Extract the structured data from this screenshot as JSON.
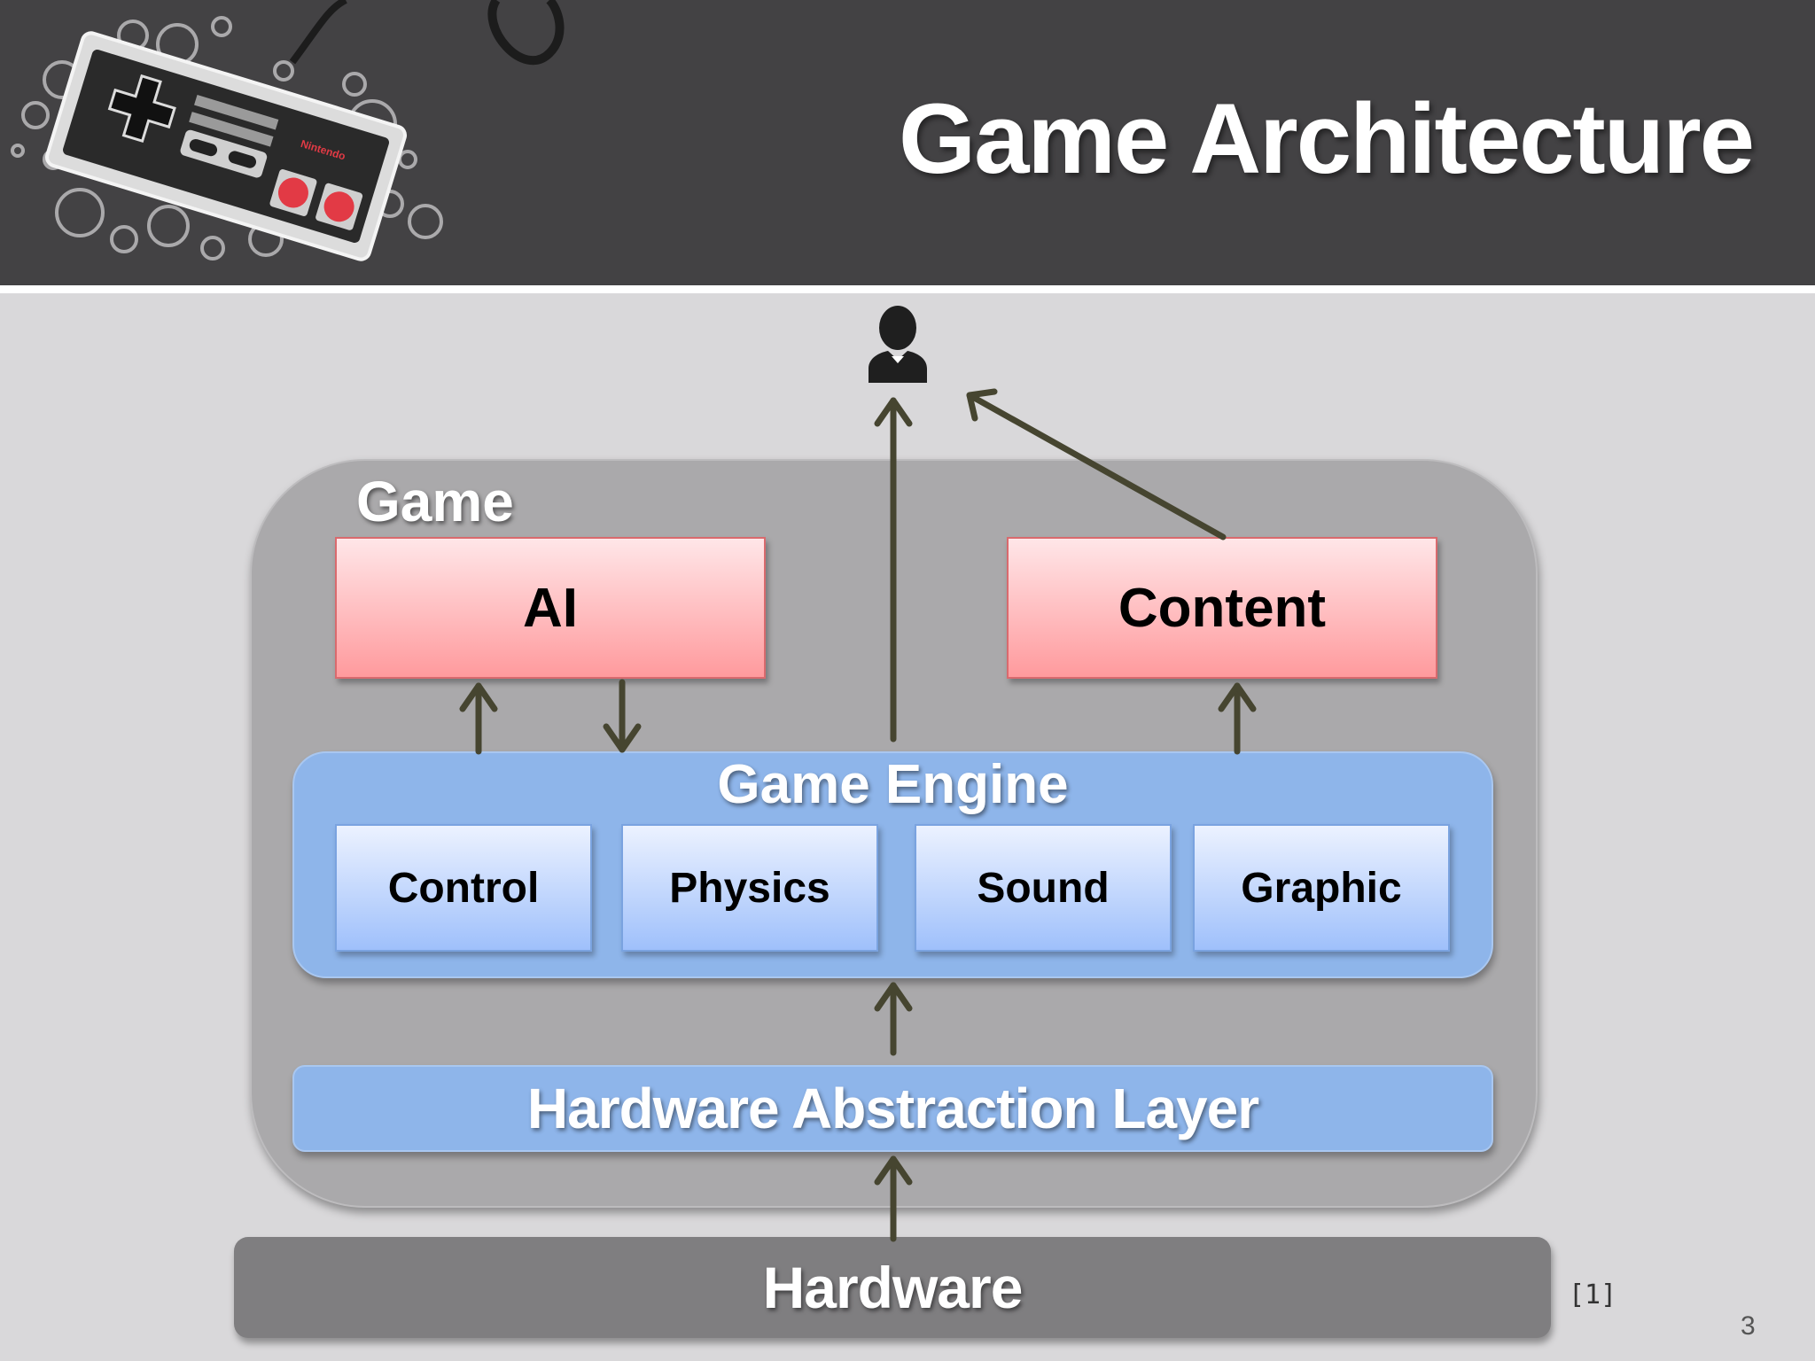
{
  "slide": {
    "title": "Game Architecture",
    "page_number": "3",
    "citation": "[1]",
    "colors": {
      "header": "#434244",
      "background": "#d9d8da",
      "game_container": "#aaa9ab",
      "pink_box": "#ff9a9d",
      "blue_layer": "#8eb5ea",
      "hardware": "#7f7e80",
      "arrow": "#464530"
    }
  },
  "diagram": {
    "user_icon": "person-icon",
    "game_label": "Game",
    "top_boxes": {
      "ai": "AI",
      "content": "Content"
    },
    "engine": {
      "label": "Game Engine",
      "modules": [
        "Control",
        "Physics",
        "Sound",
        "Graphic"
      ]
    },
    "hal_label": "Hardware Abstraction Layer",
    "hardware_label": "Hardware"
  }
}
